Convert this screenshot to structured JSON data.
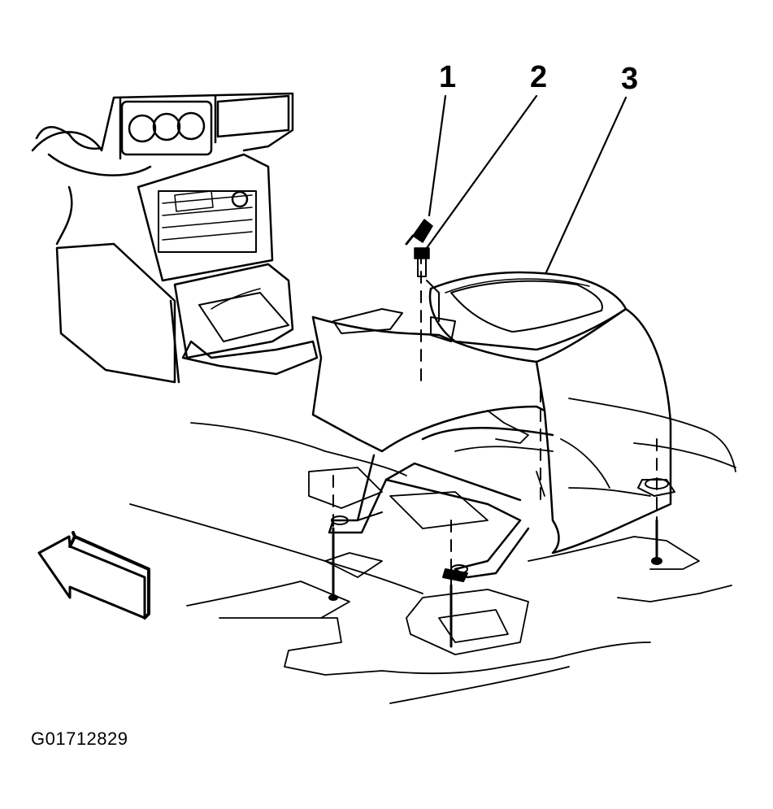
{
  "callouts": [
    {
      "label": "1"
    },
    {
      "label": "2"
    },
    {
      "label": "3"
    }
  ],
  "figure_id": "G01712829",
  "icons": [
    "front-direction-arrow-icon",
    "screw-icon",
    "bolt-icon"
  ],
  "colors": {
    "line": "#000000",
    "background": "#ffffff"
  }
}
